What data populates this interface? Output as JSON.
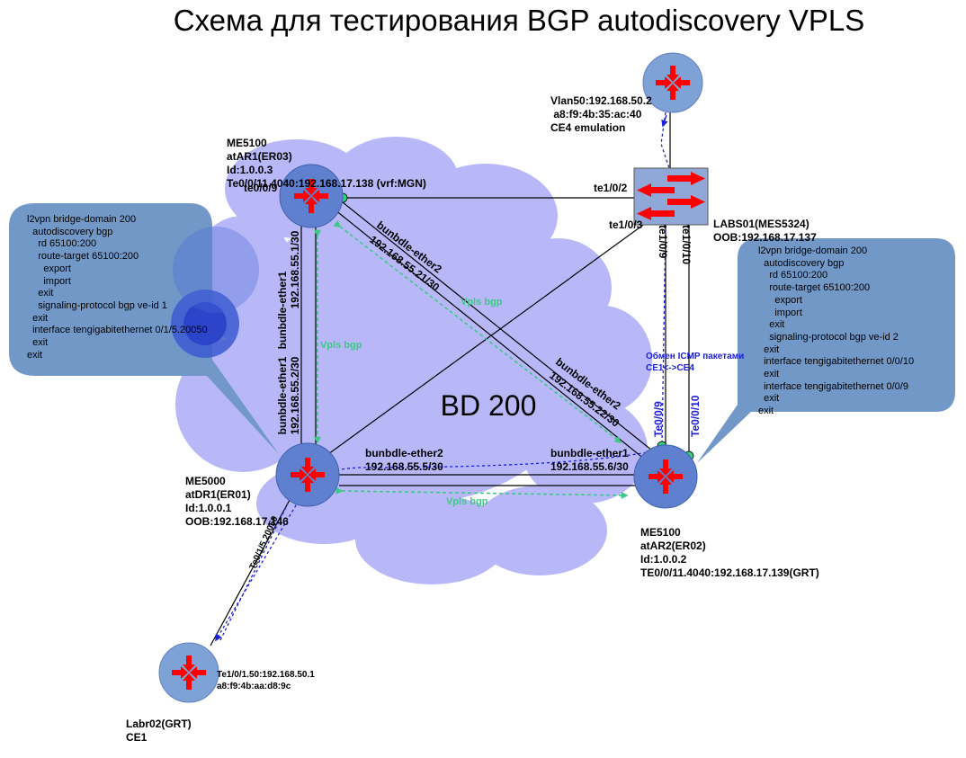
{
  "title": "Схема для тестирования BGP autodiscovery VPLS",
  "cloud_label": "BD 200",
  "nodes": {
    "ar1": [
      "ME5100",
      "atAR1(ER03)",
      "Id:1.0.0.3",
      "Te0/0/11.4040:192.168.17.138 (vrf:MGN)"
    ],
    "dr1": [
      "ME5000",
      "atDR1(ER01)",
      "Id:1.0.0.1",
      "OOB:192.168.17.146"
    ],
    "ar2": [
      "ME5100",
      "atAR2(ER02)",
      "Id:1.0.0.2",
      "TE0/0/11.4040:192.168.17.139(GRT)"
    ],
    "labs": [
      "LABS01(MES5324)",
      "OOB:192.168.17.137"
    ],
    "ce4": [
      "Vlan50:192.168.50.2",
      " a8:f9:4b:35:ac:40",
      "CE4 emulation"
    ],
    "ce1_iface": [
      "Te1/0/1.50:192.168.50.1",
      "a8:f9:4b:aa:d8:9c"
    ],
    "ce1": [
      "Labr02(GRT)",
      "CE1"
    ]
  },
  "ports": {
    "ar1_te009": "te0/0/9",
    "labs_te102": "te1/0/2",
    "labs_te103": "te1/0/3",
    "labs_te109": "te1/0/9",
    "labs_te1010": "te1/0/10",
    "ar2_te009": "Te0/0/9",
    "ar2_te0010": "Te0/0/10",
    "dr1_te0150": "Te0/1/5.20050"
  },
  "links": {
    "ar1_dr1_top": [
      "bunbdle-ether1",
      "192.168.55.1/30"
    ],
    "ar1_dr1_bottom": [
      "bunbdle-ether1",
      "192.168.55.2/30"
    ],
    "ar1_ar2_top": [
      "bunbdle-ether2",
      "192.168.55.21/30"
    ],
    "ar1_ar2_bottom": [
      "bunbdle-ether2",
      "192.168.55.22/30"
    ],
    "dr1_ar2_left": [
      "bunbdle-ether2",
      "192.168.55.5/30"
    ],
    "dr1_ar2_right": [
      "bunbdle-ether1",
      "192.168.55.6/30"
    ]
  },
  "vpls_labels": {
    "left": "Vpls bgp",
    "diag": "Vpls bgp",
    "bottom": "Vpls bgp"
  },
  "icmp_note": [
    "Обмен ICMP пакетами",
    "CE1<->CE4"
  ],
  "callout_left": [
    "l2vpn bridge-domain 200",
    "  autodiscovery bgp",
    "    rd 65100:200",
    "    route-target 65100:200",
    "      export",
    "      import",
    "    exit",
    "    signaling-protocol bgp ve-id 1",
    "  exit",
    "  interface tengigabitethernet 0/1/5.20050",
    "  exit",
    "exit"
  ],
  "callout_right": [
    "l2vpn bridge-domain 200",
    "  autodiscovery bgp",
    "    rd 65100:200",
    "    route-target 65100:200",
    "      export",
    "      import",
    "    exit",
    "    signaling-protocol bgp ve-id 2",
    "  exit",
    "  interface tengigabitethernet 0/0/10",
    "  exit",
    "  interface tengigabitethernet 0/0/9",
    "  exit",
    "exit"
  ],
  "colors": {
    "cloud": "#b8b8f8",
    "router": "#5f7fcf",
    "router_light": "#7fa2d6",
    "callout": "#7298c8",
    "vpls": "#3ec886",
    "icmp": "#1d20d6",
    "arrow": "#ff0000",
    "port_dot": "#2fd07a"
  }
}
